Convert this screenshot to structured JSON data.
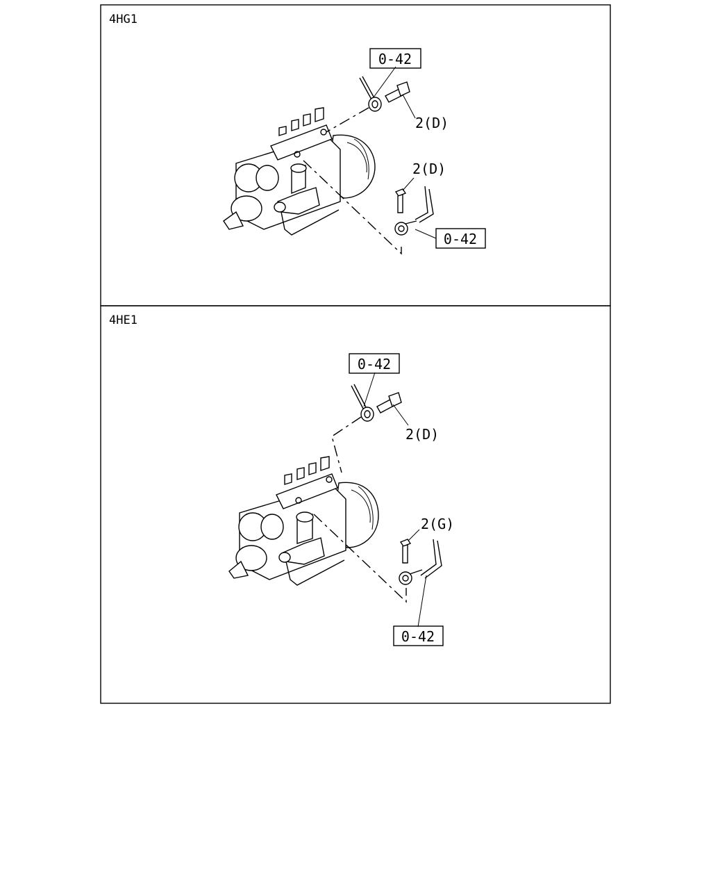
{
  "panels": [
    {
      "id": "top",
      "engine": "4HG1",
      "callouts": [
        {
          "id": "t1",
          "text": "0-42",
          "boxed": true
        },
        {
          "id": "t2",
          "text": "2(D)",
          "boxed": false
        },
        {
          "id": "t3",
          "text": "2(D)",
          "boxed": false
        },
        {
          "id": "t4",
          "text": "0-42",
          "boxed": true
        }
      ]
    },
    {
      "id": "bottom",
      "engine": "4HE1",
      "callouts": [
        {
          "id": "b1",
          "text": "0-42",
          "boxed": true
        },
        {
          "id": "b2",
          "text": "2(D)",
          "boxed": false
        },
        {
          "id": "b3",
          "text": "2(G)",
          "boxed": false
        },
        {
          "id": "b4",
          "text": "0-42",
          "boxed": true
        }
      ]
    }
  ]
}
